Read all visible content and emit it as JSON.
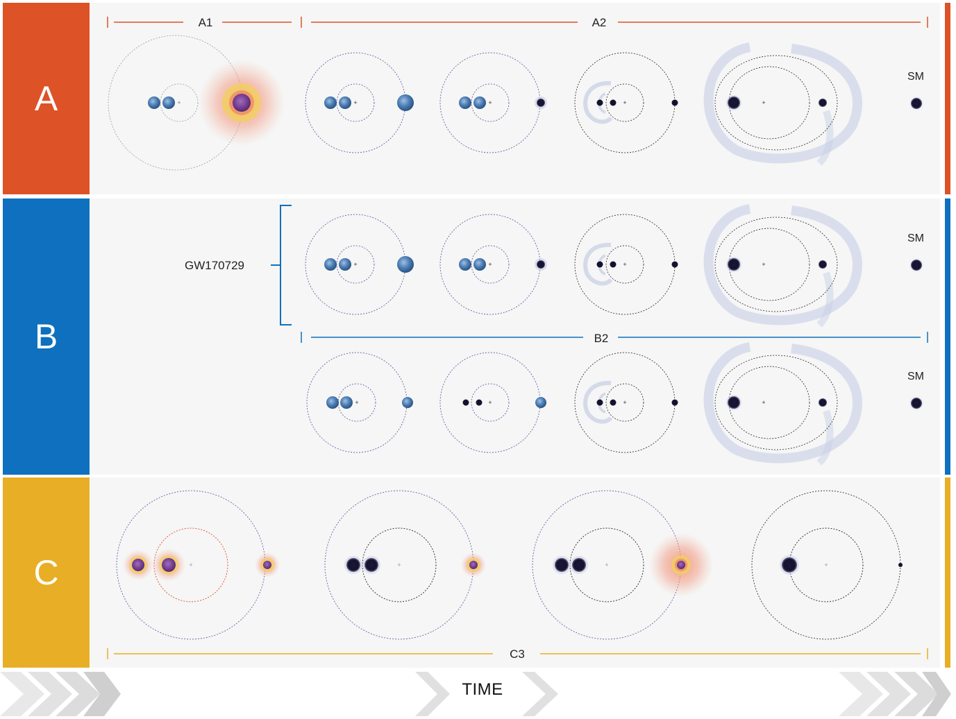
{
  "rows": {
    "a": {
      "label": "A",
      "color": "#dd5227"
    },
    "b": {
      "label": "B",
      "color": "#0e70be"
    },
    "c": {
      "label": "C",
      "color": "#e8ae25"
    }
  },
  "spans": {
    "a1": "A1",
    "a2": "A2",
    "b2": "B2",
    "c3": "C3"
  },
  "group_label": "GW170729",
  "end_state": "SM",
  "time_label": "TIME",
  "colors": {
    "orbit_outer": "#5a4fa0",
    "orbit_inner_red": "#e04a2a",
    "star_blue": "#4f7fb5",
    "black_hole": "#15122e",
    "star_purple": "#7a3d8f",
    "glow_orange": "#f08a6a",
    "glow_yellow": "#f2d25a",
    "disk": "#c8cfe6",
    "chevron": "#d6d6d6"
  }
}
